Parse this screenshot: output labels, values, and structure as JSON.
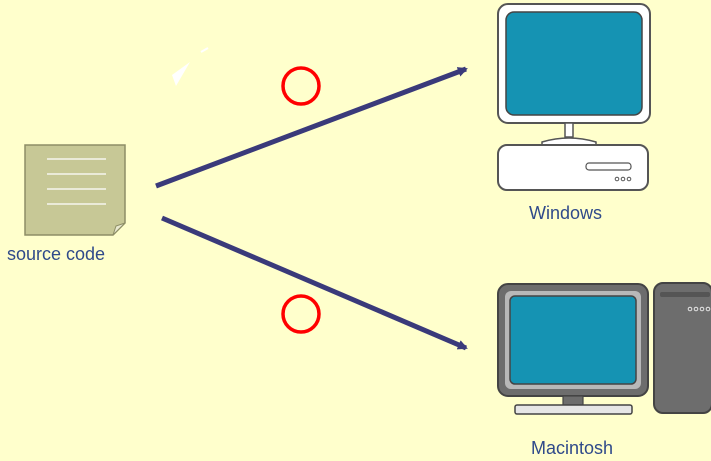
{
  "diagram": {
    "source": {
      "label": "source code",
      "icon": "document-icon"
    },
    "targets": [
      {
        "label": "Windows",
        "icon": "windows-pc-icon",
        "mark": "circle-ok"
      },
      {
        "label": "Macintosh",
        "icon": "mac-computer-icon",
        "mark": "circle-ok"
      }
    ]
  },
  "colors": {
    "background": "#ffffcc",
    "arrow": "#3a3a7a",
    "mark": "#ff0000",
    "screen": "#1593b3",
    "label": "#2f4a8a"
  }
}
